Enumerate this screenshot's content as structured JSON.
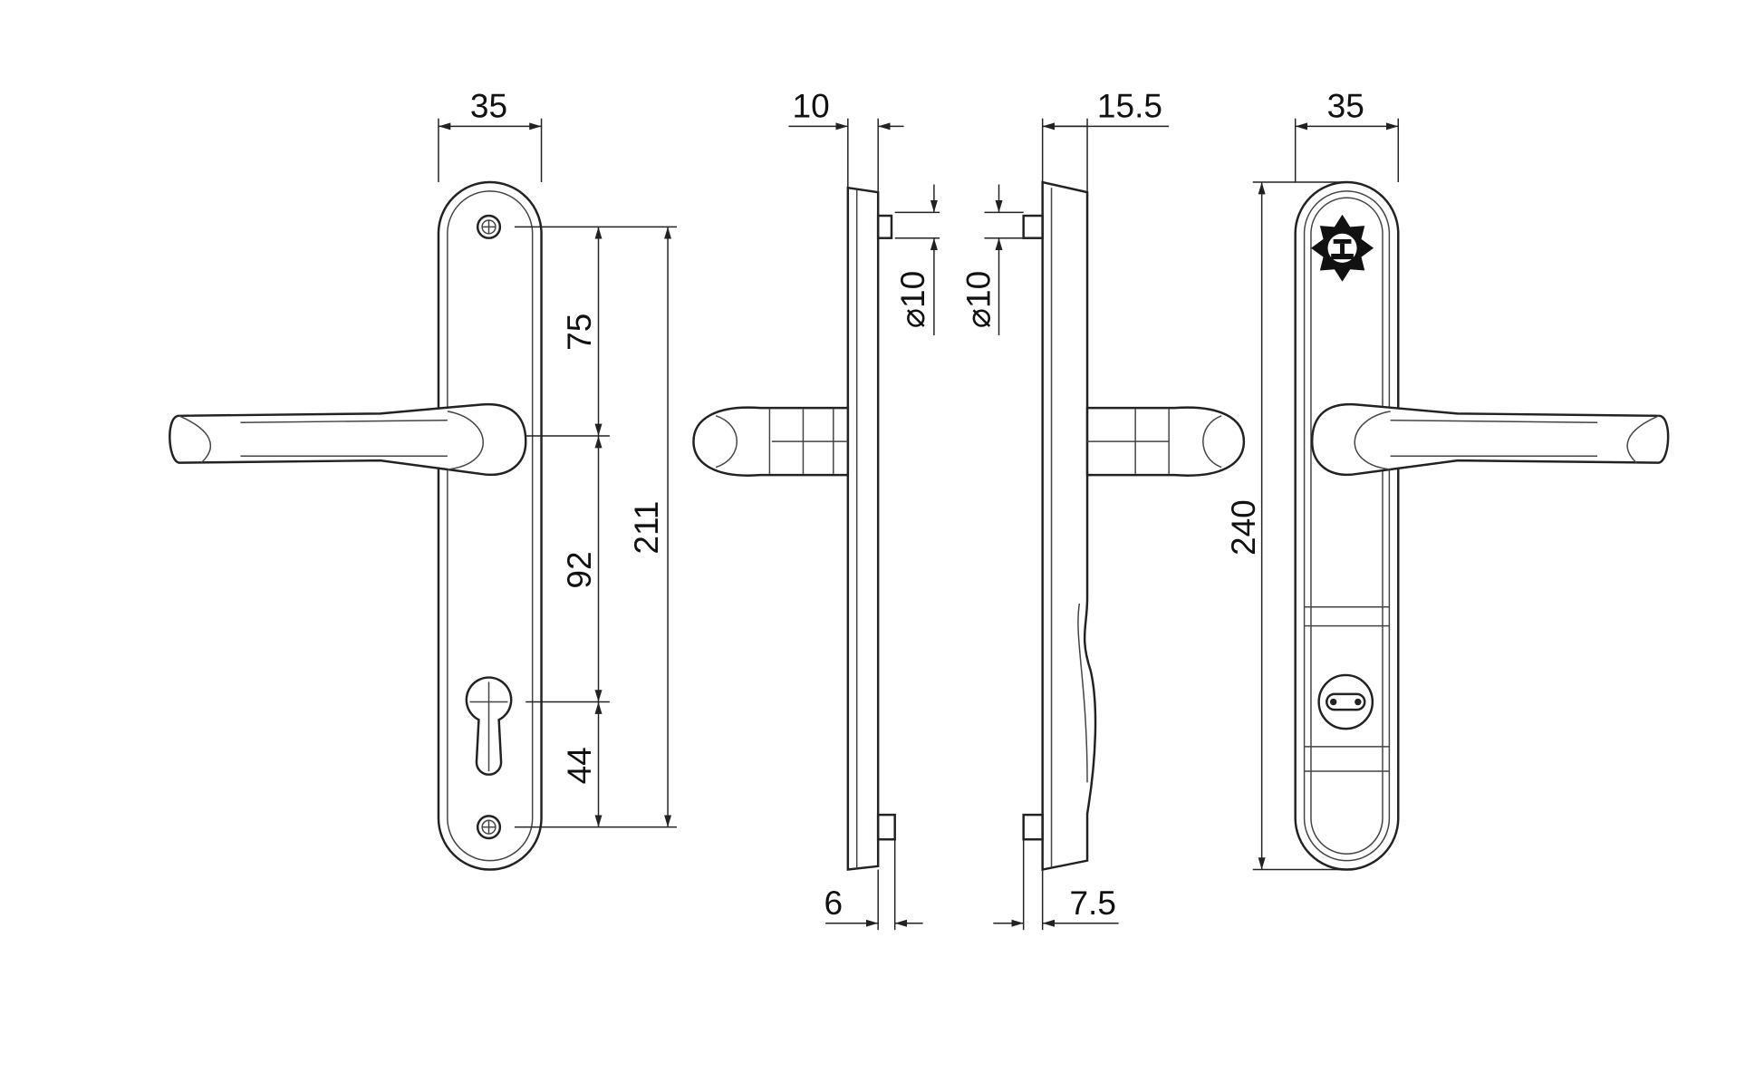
{
  "title": "Door handle set technical drawing",
  "front_view": {
    "width": "35",
    "dim_top": "75",
    "dim_mid": "92",
    "dim_bottom": "44",
    "dim_total": "211"
  },
  "side_view_left": {
    "depth": "10",
    "pin_diameter": "⌀10",
    "pin_offset": "6"
  },
  "side_view_right": {
    "depth": "15.5",
    "pin_diameter": "⌀10",
    "pin_offset": "7.5"
  },
  "back_view": {
    "width": "35",
    "height": "240"
  }
}
